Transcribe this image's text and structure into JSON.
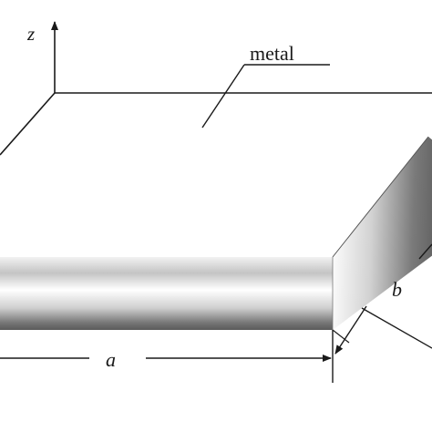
{
  "diagram": {
    "axis_label": "z",
    "material_label": "metal",
    "dimension_a": "a",
    "dimension_b": "b"
  }
}
